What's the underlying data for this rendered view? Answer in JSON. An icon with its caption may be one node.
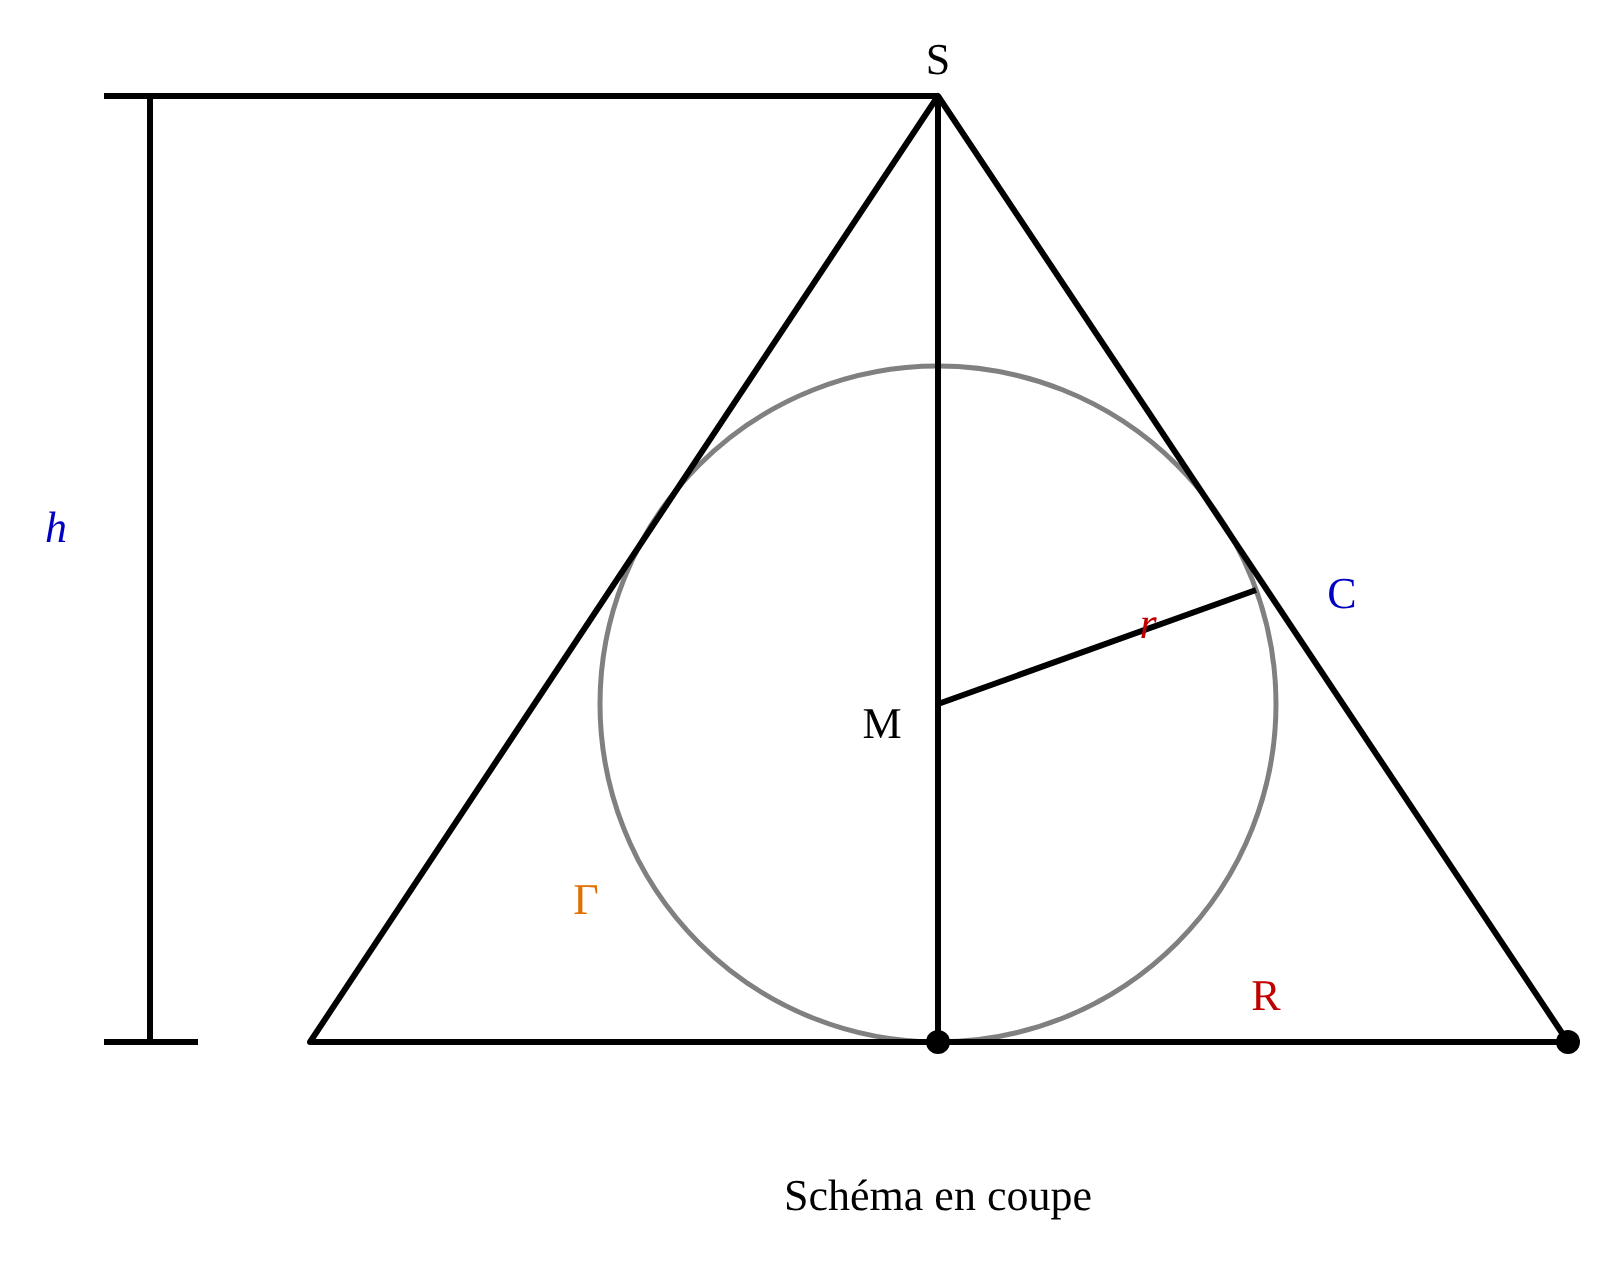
{
  "diagram": {
    "caption": "Schéma en coupe",
    "labels": [
      "S",
      "h",
      "C",
      "r",
      "M",
      "Γ",
      "R"
    ]
  }
}
